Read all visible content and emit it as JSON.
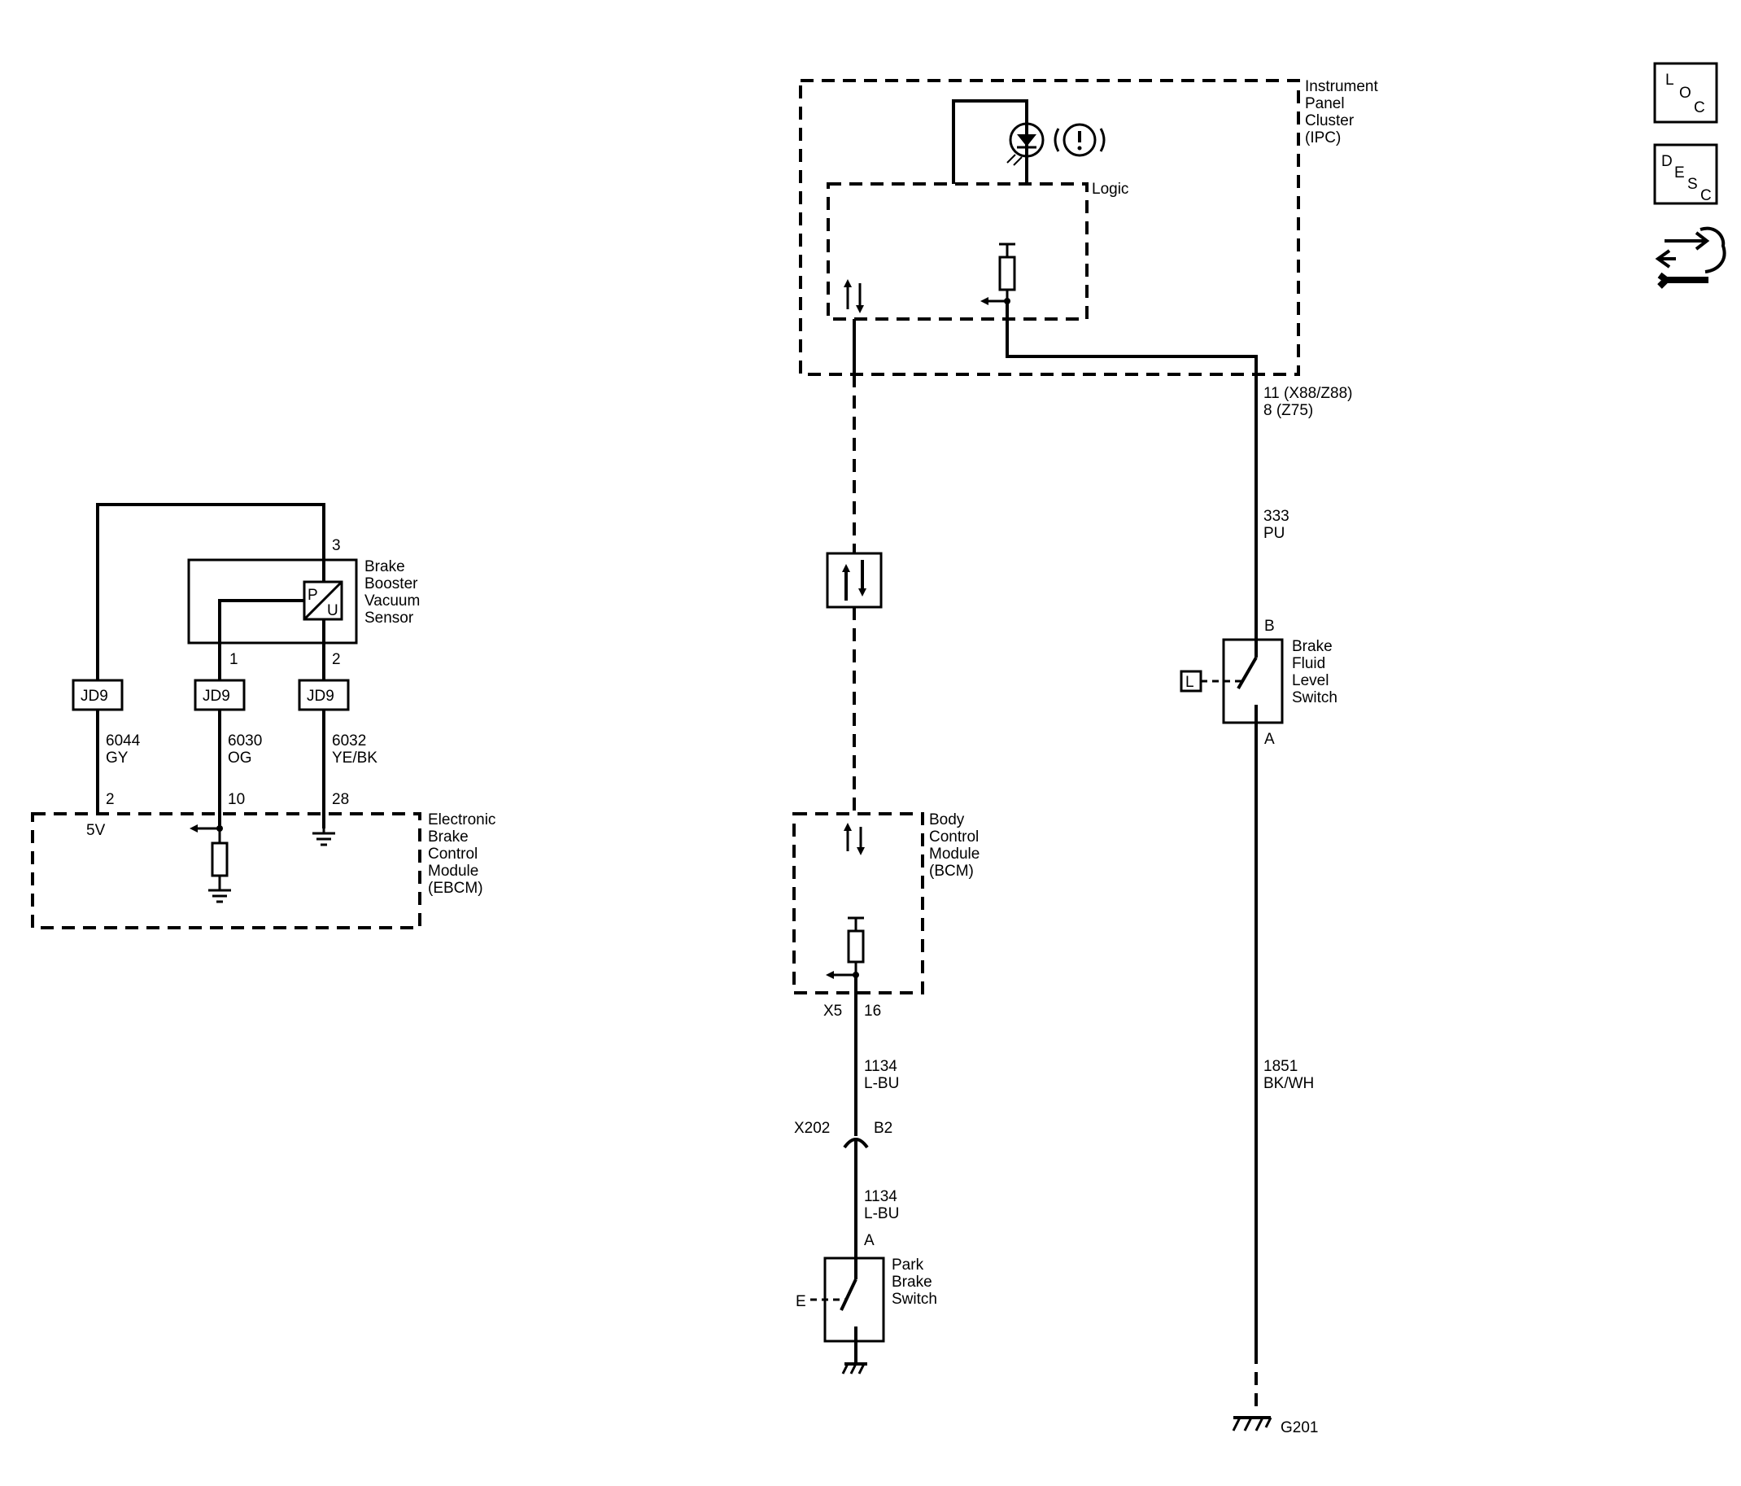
{
  "side_icons": {
    "loc": {
      "letters": [
        "L",
        "O",
        "C"
      ]
    },
    "desc": {
      "letters": [
        "D",
        "E",
        "S",
        "C"
      ]
    }
  },
  "ipc": {
    "name_lines": [
      "Instrument",
      "Panel",
      "Cluster",
      "(IPC)"
    ],
    "logic_label": "Logic",
    "pin_line1": "11 (X88/Z88)",
    "pin_line2": "8 (Z75)"
  },
  "wire_333": {
    "circuit": "333",
    "color": "PU"
  },
  "brake_fluid_switch": {
    "name_lines": [
      "Brake",
      "Fluid",
      "Level",
      "Switch"
    ],
    "pin_top": "B",
    "pin_bottom": "A",
    "letter": "L"
  },
  "wire_1851": {
    "circuit": "1851",
    "color": "BK/WH"
  },
  "ground_g201": "G201",
  "bcm": {
    "name_lines": [
      "Body",
      "Control",
      "Module",
      "(BCM)"
    ],
    "connector": "X5",
    "pin": "16"
  },
  "wire_1134_upper": {
    "circuit": "1134",
    "color": "L-BU"
  },
  "inline_connector": {
    "name": "X202",
    "pin": "B2"
  },
  "wire_1134_lower": {
    "circuit": "1134",
    "color": "L-BU"
  },
  "park_brake_switch": {
    "name_lines": [
      "Park",
      "Brake",
      "Switch"
    ],
    "pin": "A",
    "letter": "E"
  },
  "vacuum_sensor": {
    "name_lines": [
      "Brake",
      "Booster",
      "Vacuum",
      "Sensor"
    ],
    "pin_3": "3",
    "pin_1": "1",
    "pin_2": "2",
    "symbol_p": "P",
    "symbol_u": "U"
  },
  "jd9_connectors": [
    "JD9",
    "JD9",
    "JD9"
  ],
  "wires_ebcm": [
    {
      "circuit": "6044",
      "color": "GY"
    },
    {
      "circuit": "6030",
      "color": "OG"
    },
    {
      "circuit": "6032",
      "color": "YE/BK"
    }
  ],
  "ebcm": {
    "name_lines": [
      "Electronic",
      "Brake",
      "Control",
      "Module",
      "(EBCM)"
    ],
    "pins": [
      "2",
      "10",
      "28"
    ],
    "voltage": "5V"
  }
}
